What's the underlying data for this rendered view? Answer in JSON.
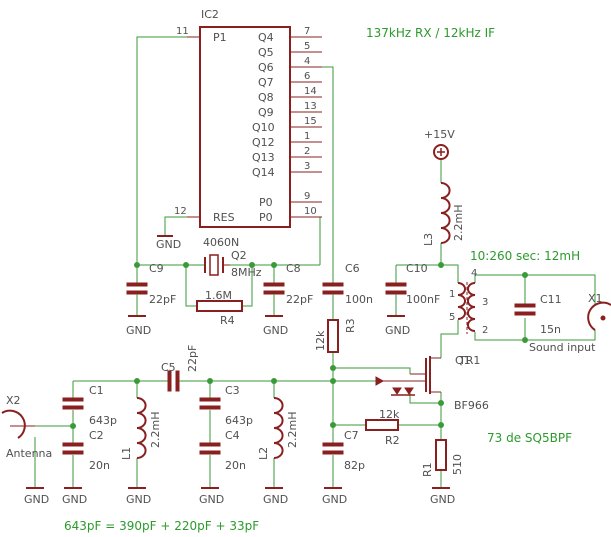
{
  "notes": {
    "title": "137kHz RX / 12kHz IF",
    "ratio": "10:260  sec: 12mH",
    "credit": "73 de SQ5BPF",
    "formula": "643pF = 390pF + 220pF + 33pF"
  },
  "ic2": {
    "name": "IC2",
    "value": "4060N",
    "p1": "P1",
    "res": "RES",
    "p0a": "P0",
    "p0b": "P0",
    "outputs": [
      "Q4",
      "Q5",
      "Q6",
      "Q7",
      "Q8",
      "Q9",
      "Q10",
      "Q12",
      "Q13",
      "Q14"
    ],
    "pin_numbers": [
      "7",
      "5",
      "4",
      "6",
      "14",
      "13",
      "15",
      "1",
      "2",
      "3"
    ],
    "pin_p1": "11",
    "pin_res": "12",
    "pin_p0a": "9",
    "pin_p0b": "10"
  },
  "parts": {
    "q2": "Q2",
    "q2_val": "8MHz",
    "r4": "R4",
    "r4_val": "1.6M",
    "c9": "C9",
    "c9_val": "22pF",
    "c8": "C8",
    "c8_val": "22pF",
    "c6": "C6",
    "c6_val": "100n",
    "c10": "C10",
    "c10_val": "100nF",
    "l3": "L3",
    "l3_val": "2.2mH",
    "supply": "+15V",
    "tr1": "TR1",
    "tr1_pins": [
      "4",
      "1",
      "5",
      "3",
      "2"
    ],
    "c11": "C11",
    "c11_val": "15n",
    "x1": "X1",
    "x1_val": "Sound input",
    "r3": "R3",
    "r3_val": "12k",
    "q1": "Q1",
    "q1_val": "BF966",
    "c5": "C5",
    "c5_val": "22pF",
    "c1": "C1",
    "c1_val": "643p",
    "c2": "C2",
    "c2_val": "20n",
    "c3": "C3",
    "c3_val": "643p",
    "c4": "C4",
    "c4_val": "20n",
    "l1": "L1",
    "l1_val": "2.2mH",
    "l2": "L2",
    "l2_val": "2.2mH",
    "x2": "X2",
    "x2_val": "Antenna",
    "r2": "R2",
    "r2_val": "12k",
    "c7": "C7",
    "c7_val": "82p",
    "r1": "R1",
    "r1_val": "510",
    "gnd": "GND"
  }
}
